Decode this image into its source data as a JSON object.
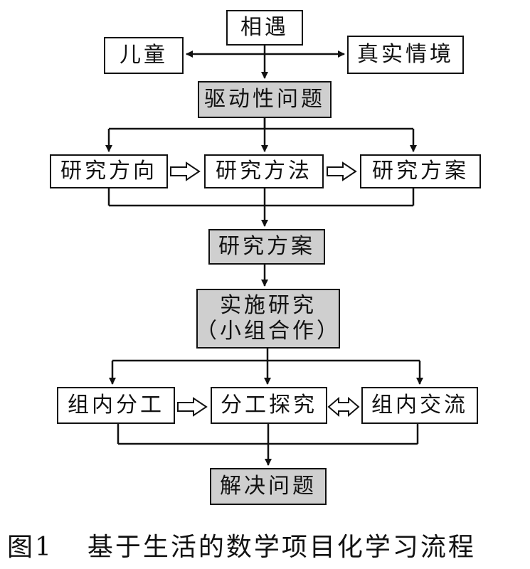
{
  "nodes": {
    "encounter": "相遇",
    "children": "儿童",
    "real_context": "真实情境",
    "driving_question": "驱动性问题",
    "research_direction": "研究方向",
    "research_method": "研究方法",
    "research_plan_a": "研究方案",
    "research_plan_b": "研究方案",
    "implement_line1": "实施研究",
    "implement_line2": "（小组合作）",
    "group_division": "组内分工",
    "division_inquiry": "分工探究",
    "group_exchange": "组内交流",
    "solve_problem": "解决问题"
  },
  "caption": {
    "figure_number": "图1",
    "title": "基于生活的数学项目化学习流程"
  }
}
